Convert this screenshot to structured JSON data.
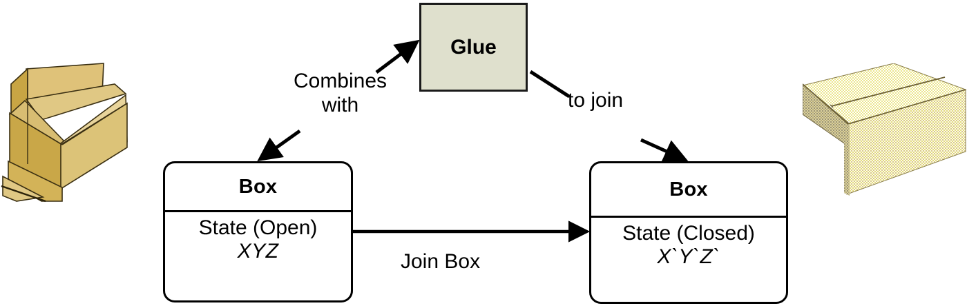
{
  "diagram": {
    "title_glue": "Glue",
    "nodes": [
      {
        "id": "box-open",
        "header": "Box",
        "state": "State (Open)",
        "vars": "XYZ"
      },
      {
        "id": "box-closed",
        "header": "Box",
        "state": "State (Closed)",
        "vars": "X`Y`Z`"
      }
    ],
    "edges": [
      {
        "id": "combines-with",
        "label_line1": "Combines",
        "label_line2": "with"
      },
      {
        "id": "to-join",
        "label": "to join"
      },
      {
        "id": "join-box",
        "label": "Join Box"
      }
    ],
    "illustrations": [
      {
        "id": "open-cardboard-box",
        "name": "open-box-illustration"
      },
      {
        "id": "closed-cardboard-box",
        "name": "closed-box-illustration"
      }
    ],
    "colors": {
      "glue_fill": "#dfe0cd",
      "stroke": "#000000",
      "node_fill": "#ffffff",
      "open_box_light": "#e3cd8f",
      "open_box_mid": "#d4b45c",
      "open_box_dark": "#b8952f",
      "closed_box_light": "#f3f0c2",
      "closed_box_mid": "#e8e4a8",
      "closed_box_dark": "#cfc98c"
    }
  }
}
